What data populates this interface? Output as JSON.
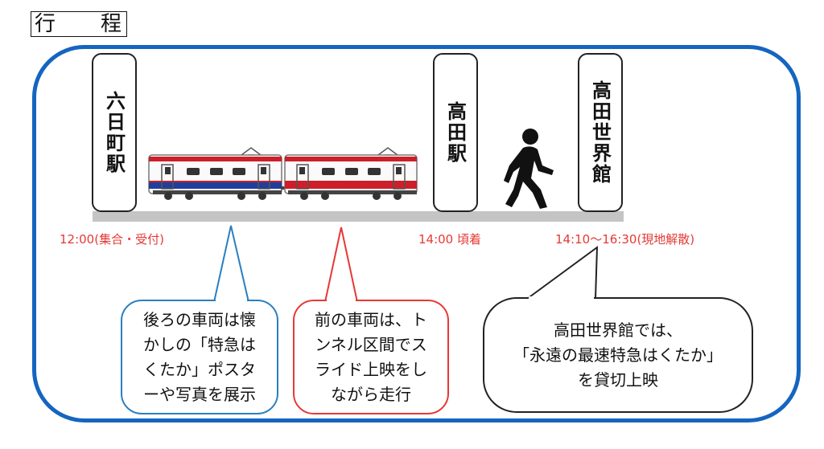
{
  "title": {
    "char1": "行",
    "char2": "程"
  },
  "stations": {
    "rokkamachi": "六日町駅",
    "takada": "高田駅",
    "sekaikan": "高田世界館"
  },
  "times": {
    "start": "12:00(集合・受付)",
    "arrive": "14:00 頃着",
    "sekaikan": "14:10～16:30(現地解散)"
  },
  "callouts": {
    "rear_car": "後ろの車両は懐\nかしの「特急は\nくたか」ポスタ\nーや写真を展示",
    "front_car": "前の車両は、ト\nンネル区間でス\nライド上映をし\nながら走行",
    "sekaikan": "高田世界館では、\n「永遠の最速特急はくたか」\nを貸切上映"
  },
  "colors": {
    "frame_blue": "#1565c0",
    "time_red": "#e53935",
    "rear_callout_border": "#2a7fc0",
    "front_callout_border": "#e53935",
    "rear_car_stripe": "#1f3f9c",
    "front_car_stripe": "#cc1f2a"
  },
  "icons": [
    "walking-person-icon",
    "train-icon"
  ]
}
